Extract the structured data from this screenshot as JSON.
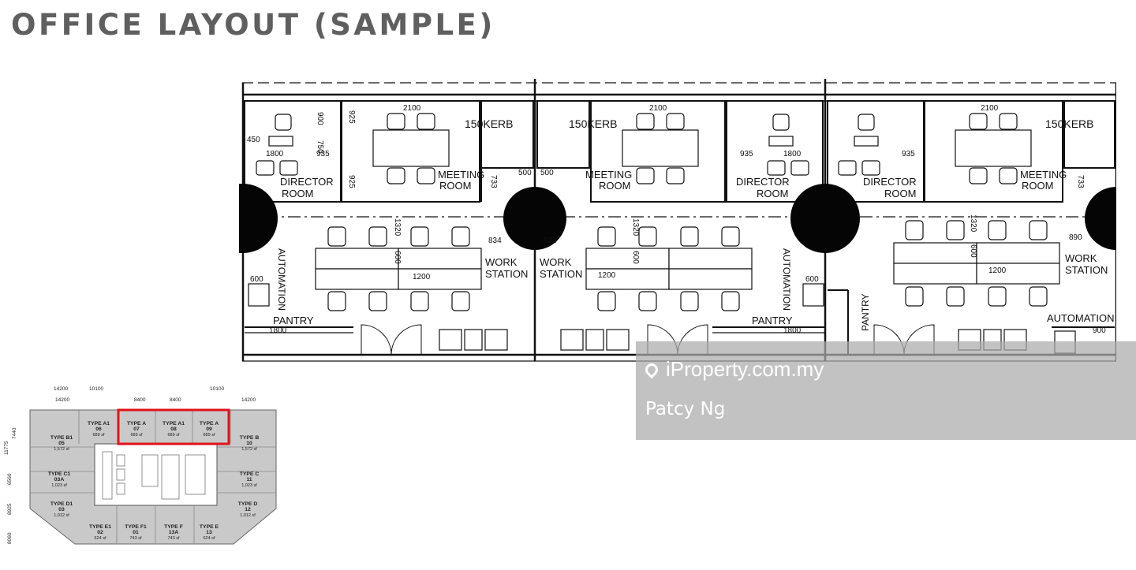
{
  "page": {
    "title": "OFFICE LAYOUT (SAMPLE)"
  },
  "plan": {
    "labels": {
      "director_room_1": "DIRECTOR",
      "director_room_2": "ROOM",
      "meeting_room_1": "MEETING",
      "meeting_room_2": "ROOM",
      "work_station_1": "WORK",
      "work_station_2": "STATION",
      "pantry": "PANTRY",
      "automation": "AUTOMATION",
      "kerb": "150KERB"
    },
    "dimensions": [
      "2100",
      "925",
      "900",
      "450",
      "750",
      "1800",
      "935",
      "733",
      "500",
      "1320",
      "834",
      "600",
      "1200",
      "890",
      "1800",
      "900"
    ]
  },
  "key_plan": {
    "top_dims": [
      "14200",
      "10100",
      "8400",
      "8400",
      "10100",
      "14200"
    ],
    "left_dims": [
      "11775",
      "7440",
      "6560",
      "8925",
      "8060"
    ],
    "units": [
      {
        "type": "TYPE A1",
        "no": "06",
        "area": "689 sf"
      },
      {
        "type": "TYPE A",
        "no": "07",
        "area": "689 sf"
      },
      {
        "type": "TYPE A1",
        "no": "08",
        "area": "689 sf"
      },
      {
        "type": "TYPE A",
        "no": "09",
        "area": "689 sf"
      },
      {
        "type": "TYPE B1",
        "no": "05",
        "area": "1,572 sf"
      },
      {
        "type": "TYPE B",
        "no": "10",
        "area": "1,572 sf"
      },
      {
        "type": "TYPE C1",
        "no": "03A",
        "area": "1,023 sf"
      },
      {
        "type": "TYPE C",
        "no": "11",
        "area": "1,023 sf"
      },
      {
        "type": "TYPE D1",
        "no": "03",
        "area": "1,012 sf"
      },
      {
        "type": "TYPE D",
        "no": "12",
        "area": "1,012 sf"
      },
      {
        "type": "TYPE E1",
        "no": "02",
        "area": "624 sf"
      },
      {
        "type": "TYPE F1",
        "no": "01",
        "area": "743 sf"
      },
      {
        "type": "TYPE F",
        "no": "13A",
        "area": "743 sf"
      },
      {
        "type": "TYPE E",
        "no": "13",
        "area": "624 sf"
      }
    ]
  },
  "watermark": {
    "site": "iProperty.com.my",
    "agent": "Patcy Ng"
  }
}
